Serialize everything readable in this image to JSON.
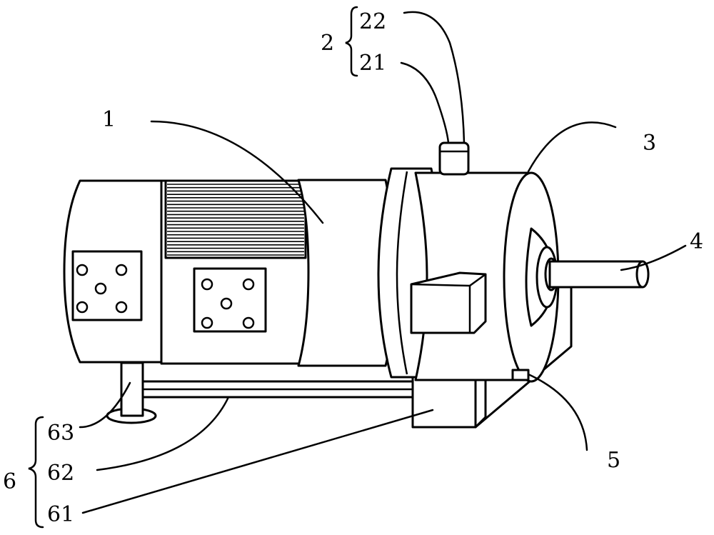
{
  "labels": {
    "motor_body": "1",
    "group_2": "2",
    "part_22": "22",
    "part_21": "21",
    "part_3": "3",
    "part_4": "4",
    "part_5": "5",
    "group_6": "6",
    "part_63": "63",
    "part_62": "62",
    "part_61": "61"
  },
  "fin_count": 22
}
